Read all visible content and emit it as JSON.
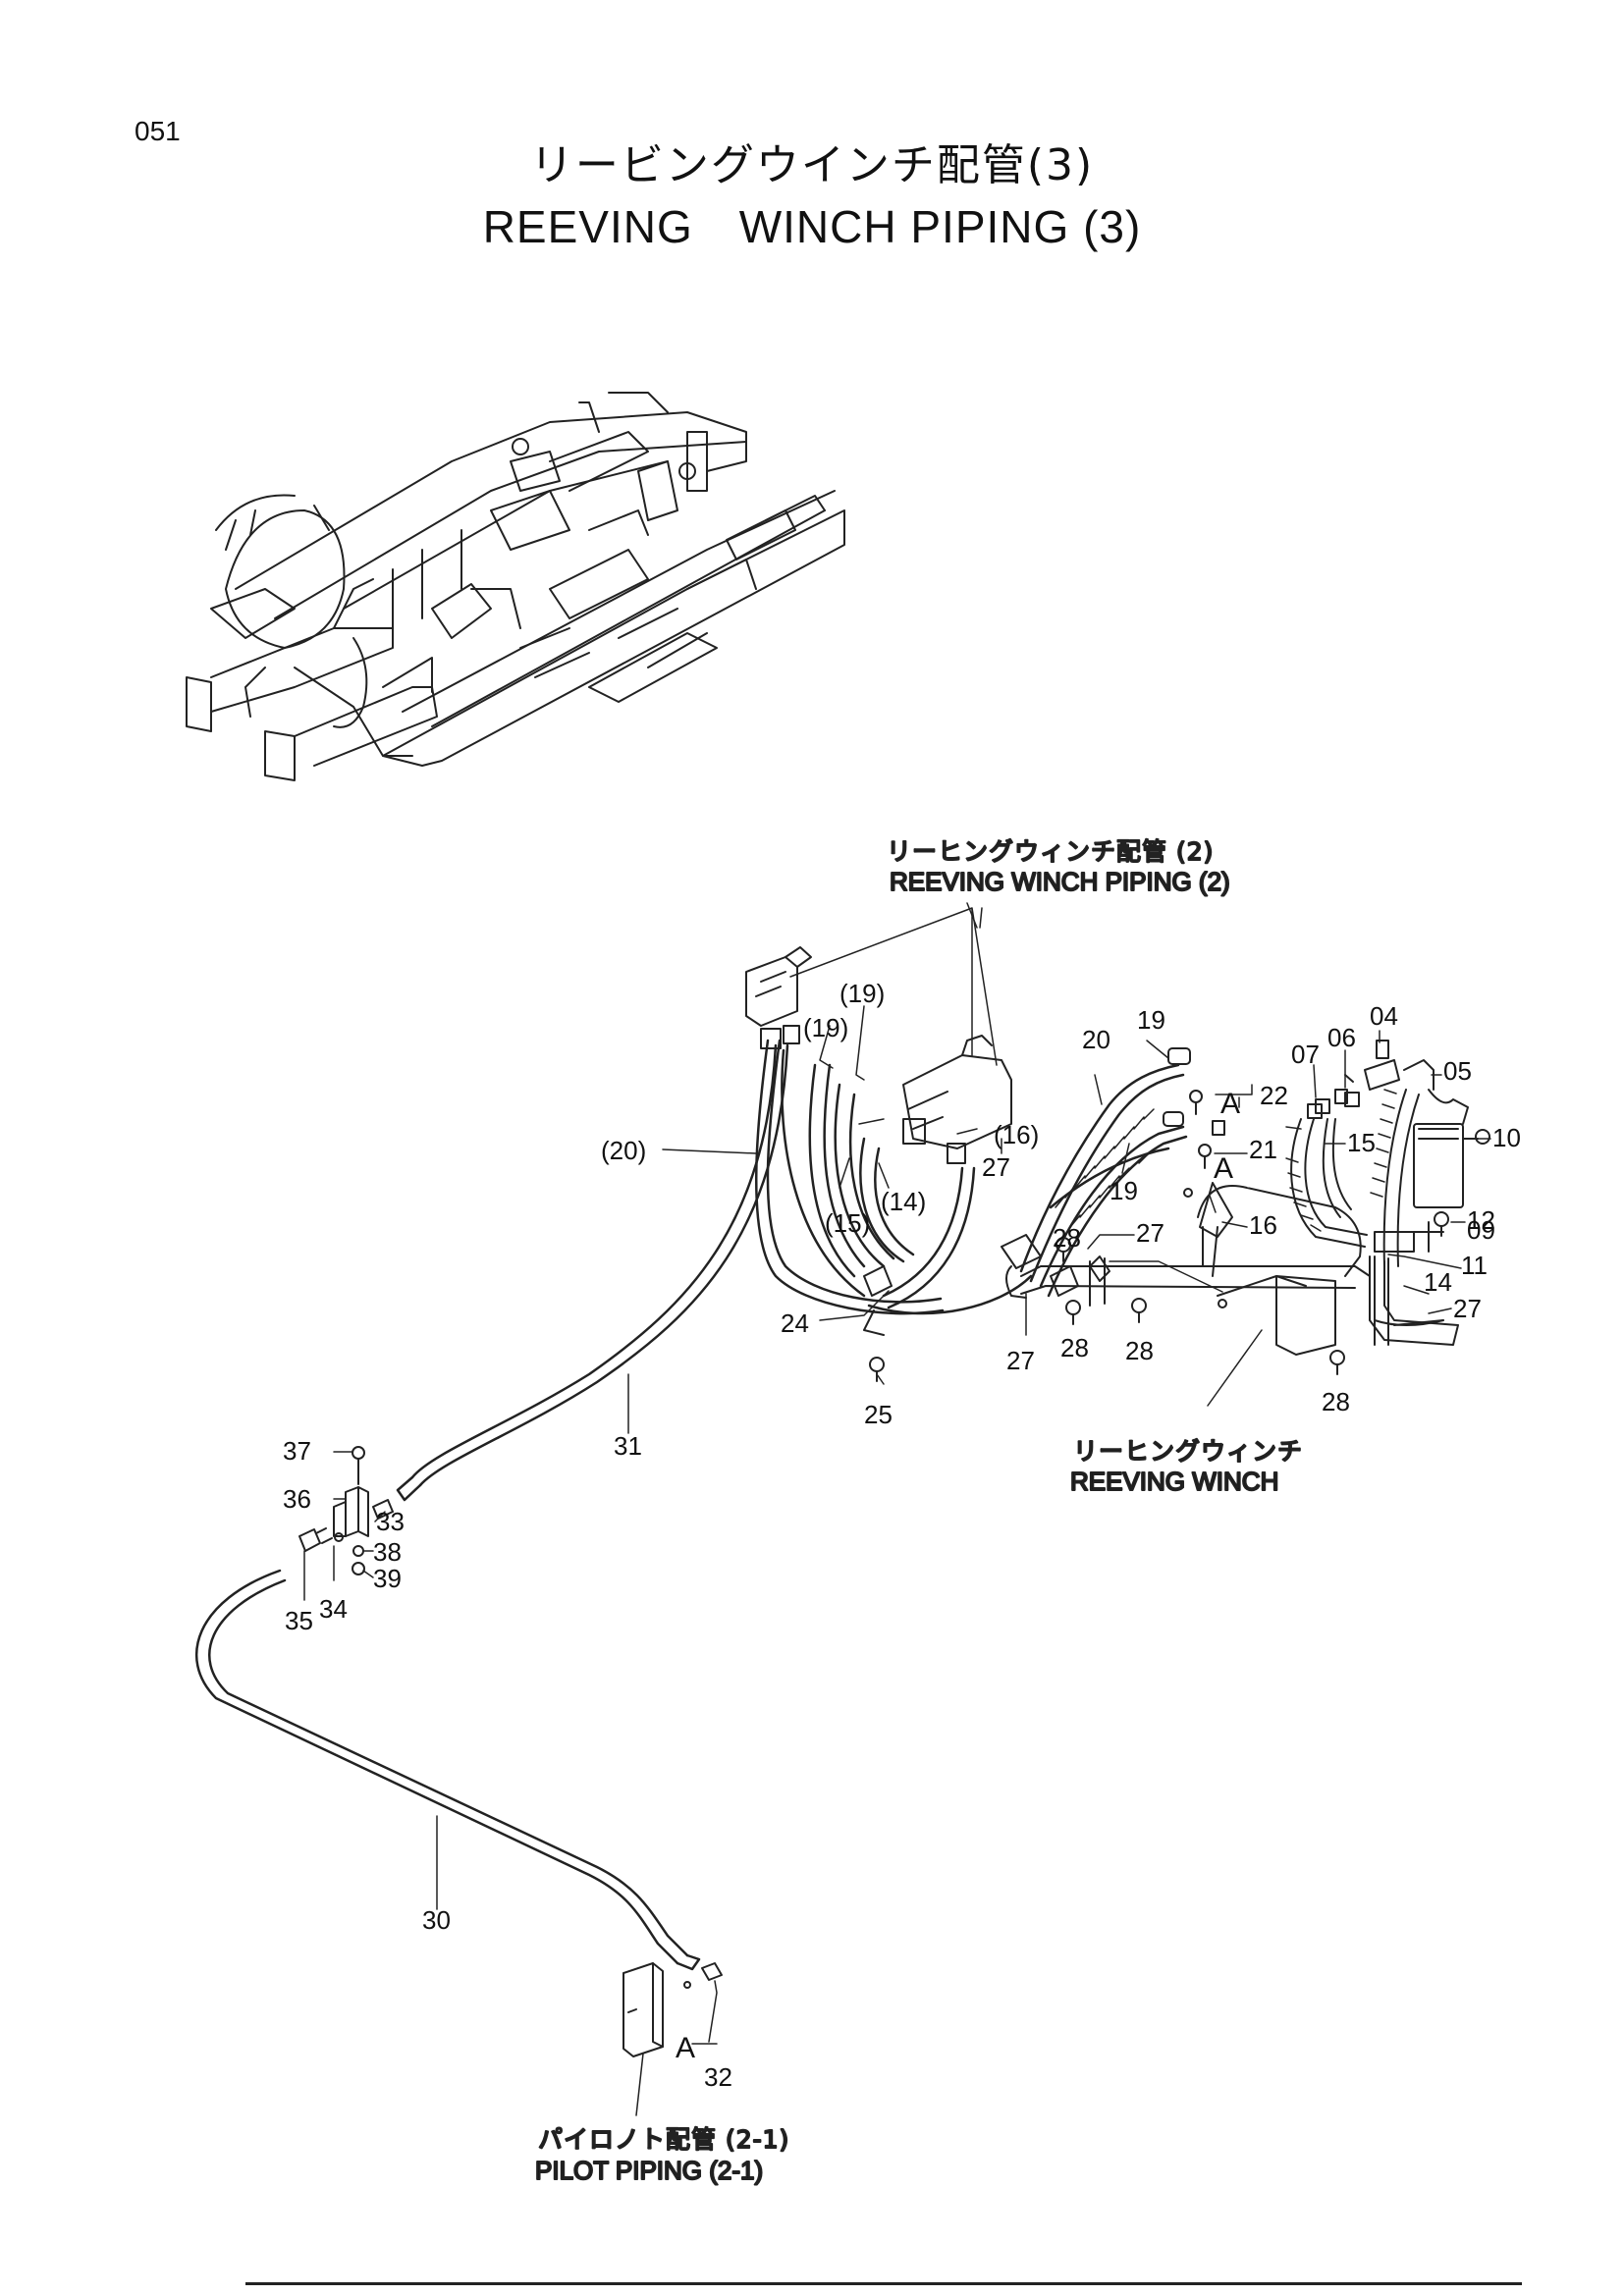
{
  "page_number": "051",
  "title_jp": "リービングウインチ配管(3)",
  "title_en": "REEVING　WINCH PIPING (3)",
  "references": {
    "winch_piping_2_jp": "リーヒングウィンチ配管 (2)",
    "winch_piping_2_en": "REEVING WINCH PIPING (2)",
    "reeving_winch_jp": "リーヒングウィンチ",
    "reeving_winch_en": "REEVING WINCH",
    "pilot_piping_jp": "パイロノト配管 (2-1)",
    "pilot_piping_en": "PILOT PIPING (2-1)"
  },
  "callouts": {
    "p04": "04",
    "p05": "05",
    "p06": "06",
    "p07": "07",
    "p09": "09",
    "p10": "10",
    "p11": "11",
    "p12": "12",
    "p14a": "14",
    "p14b": "(14)",
    "p15a": "15",
    "p15b": "(15)",
    "p16a": "16",
    "p16b": "(16)",
    "p19a": "19",
    "p19b": "19",
    "p19c": "(19)",
    "p19d": "(19)",
    "p20a": "20",
    "p20b": "(20)",
    "p21": "21",
    "p22": "22",
    "p24": "24",
    "p25": "25",
    "p27a": "27",
    "p27b": "27",
    "p27c": "27",
    "p27d": "27",
    "p28a": "28",
    "p28b": "28",
    "p28c": "28",
    "p28d": "28",
    "p30": "30",
    "p31": "31",
    "p32": "32",
    "p33": "33",
    "p34": "34",
    "p35": "35",
    "p36": "36",
    "p37": "37",
    "p38": "38",
    "p39": "39",
    "pA1": "A",
    "pA2": "A",
    "pA3": "A"
  }
}
